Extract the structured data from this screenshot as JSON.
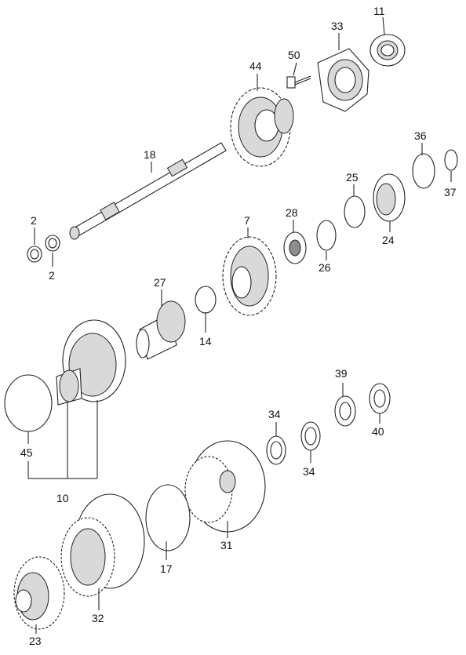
{
  "callouts": {
    "c11": "11",
    "c33": "33",
    "c50": "50",
    "c44": "44",
    "c18": "18",
    "c36": "36",
    "c25": "25",
    "c37": "37",
    "c28": "28",
    "c24": "24",
    "c7": "7",
    "c2a": "2",
    "c2b": "2",
    "c26": "26",
    "c27": "27",
    "c14": "14",
    "c39": "39",
    "c34a": "34",
    "c40": "40",
    "c34b": "34",
    "c45": "45",
    "c10": "10",
    "c17": "17",
    "c31": "31",
    "c32": "32",
    "c23": "23"
  }
}
